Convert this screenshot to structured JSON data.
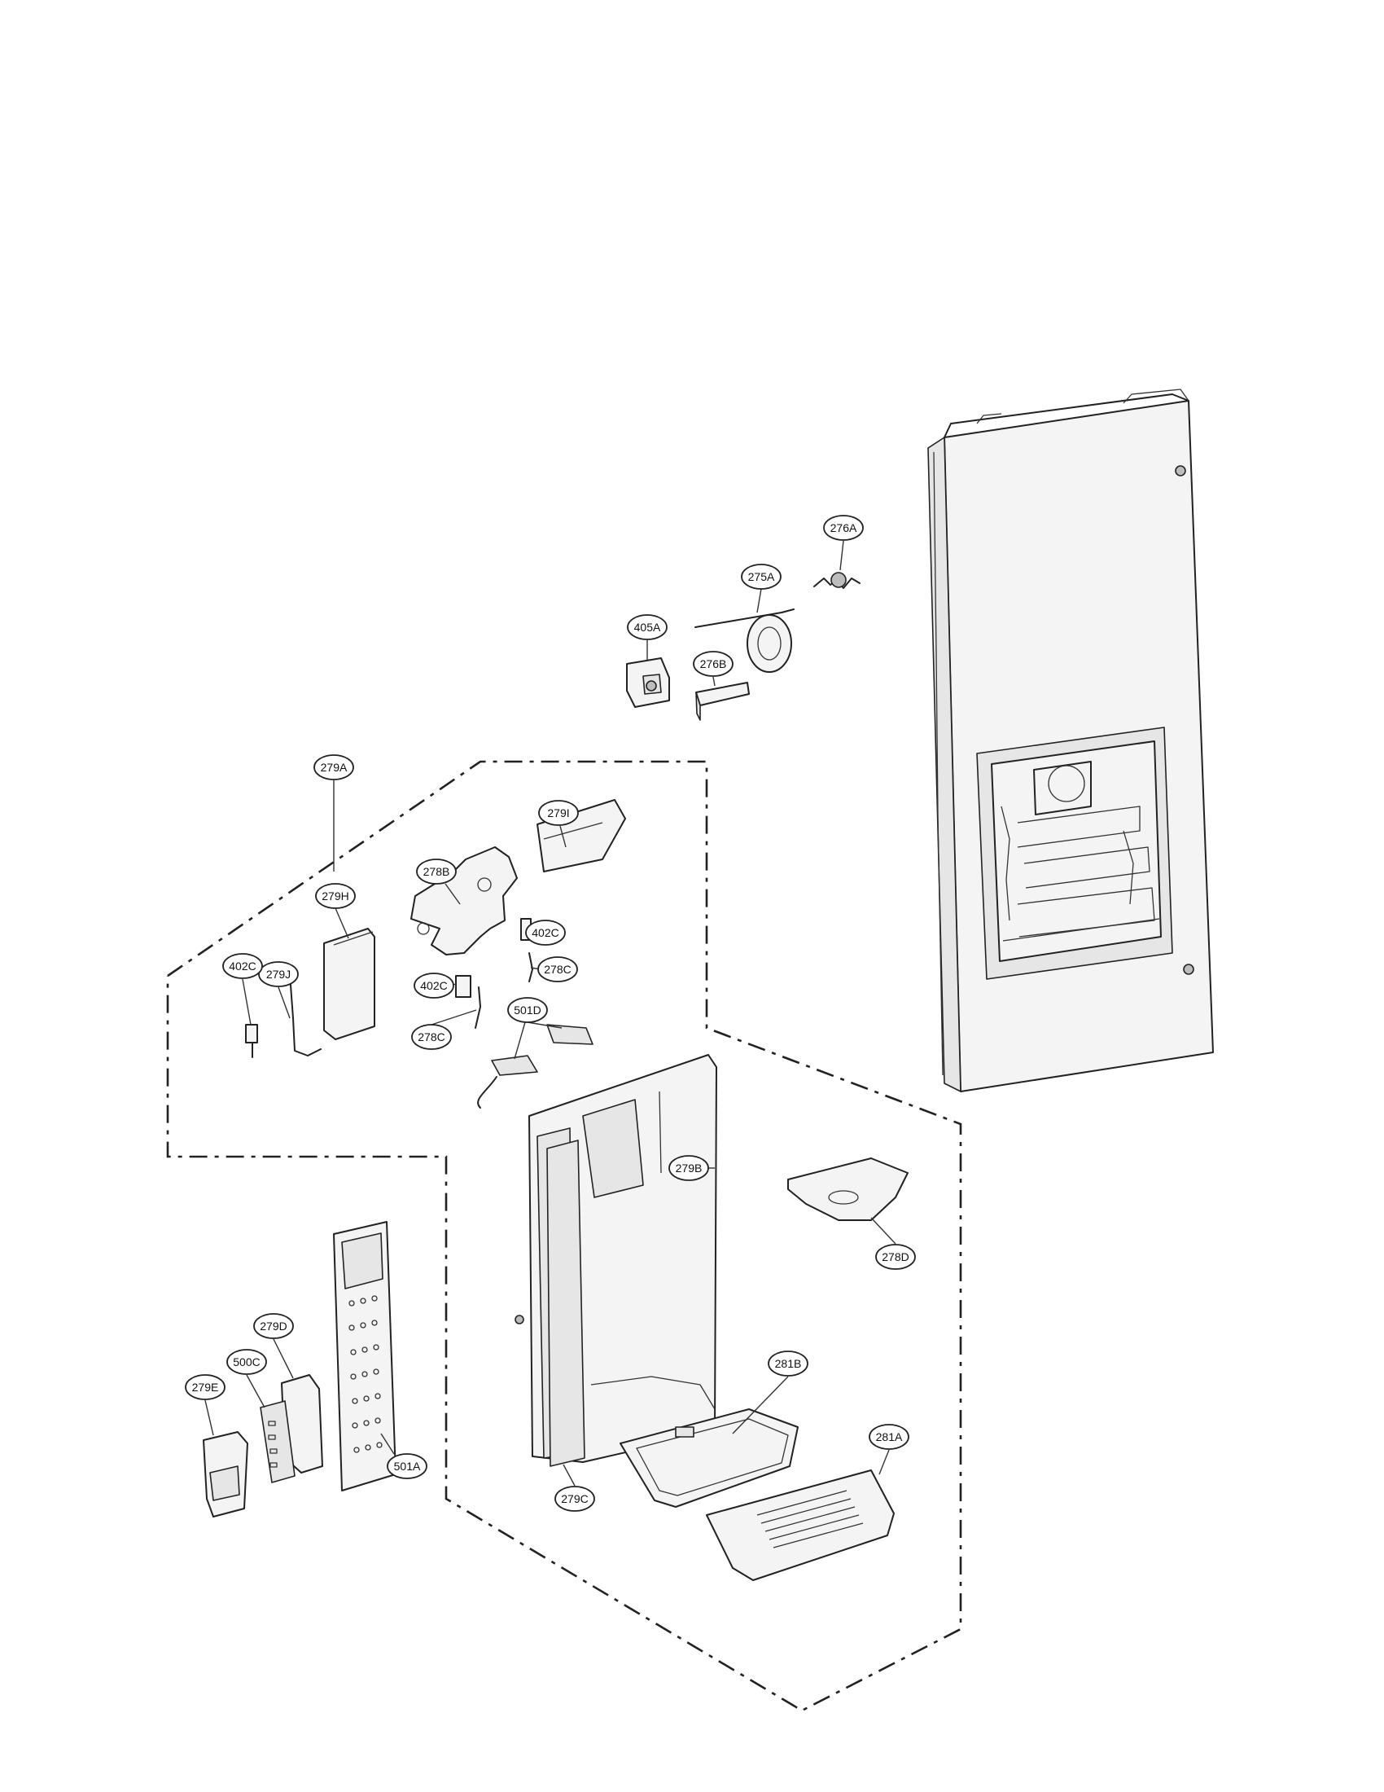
{
  "diagram": {
    "callouts": [
      {
        "id": "276A",
        "label": "276A"
      },
      {
        "id": "275A",
        "label": "275A"
      },
      {
        "id": "405A",
        "label": "405A"
      },
      {
        "id": "276B",
        "label": "276B"
      },
      {
        "id": "279A",
        "label": "279A"
      },
      {
        "id": "279I",
        "label": "279I"
      },
      {
        "id": "278B",
        "label": "278B"
      },
      {
        "id": "279H",
        "label": "279H"
      },
      {
        "id": "279J",
        "label": "279J"
      },
      {
        "id": "402C-a",
        "label": "402C"
      },
      {
        "id": "402C-b",
        "label": "402C"
      },
      {
        "id": "402C-c",
        "label": "402C"
      },
      {
        "id": "278C-a",
        "label": "278C"
      },
      {
        "id": "278C-b",
        "label": "278C"
      },
      {
        "id": "501D",
        "label": "501D"
      },
      {
        "id": "279B",
        "label": "279B"
      },
      {
        "id": "278D",
        "label": "278D"
      },
      {
        "id": "279D",
        "label": "279D"
      },
      {
        "id": "500C",
        "label": "500C"
      },
      {
        "id": "279E",
        "label": "279E"
      },
      {
        "id": "501A",
        "label": "501A"
      },
      {
        "id": "281B",
        "label": "281B"
      },
      {
        "id": "281A",
        "label": "281A"
      },
      {
        "id": "279C",
        "label": "279C"
      }
    ]
  }
}
